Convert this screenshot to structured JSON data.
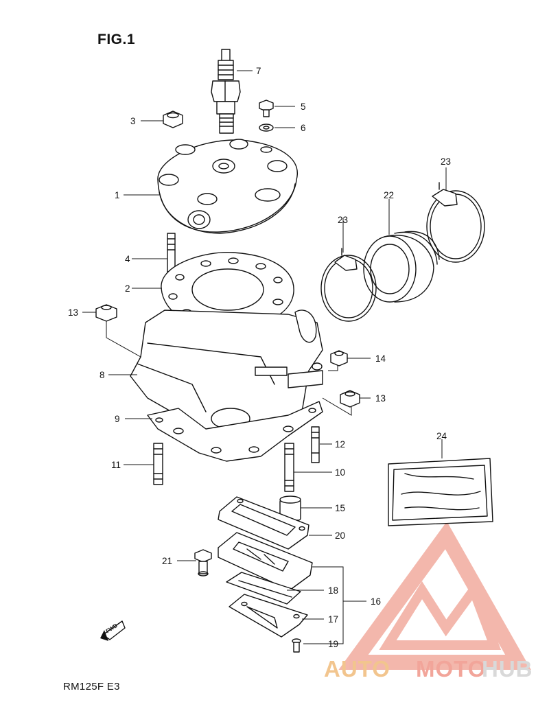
{
  "figure_title": "FIG.1",
  "model_code": "RM125F  E3",
  "fwd_label": "FWD",
  "watermark": {
    "part1": "AUTO",
    "part2": "MOTO",
    "part3": "HUB"
  },
  "callouts": {
    "c1": "1",
    "c2": "2",
    "c3": "3",
    "c4": "4",
    "c5": "5",
    "c6": "6",
    "c7": "7",
    "c8": "8",
    "c9": "9",
    "c10": "10",
    "c11": "11",
    "c12": "12",
    "c13a": "13",
    "c13b": "13",
    "c14": "14",
    "c15": "15",
    "c16": "16",
    "c17": "17",
    "c18": "18",
    "c19": "19",
    "c20": "20",
    "c21": "21",
    "c22": "22",
    "c23a": "23",
    "c23b": "23",
    "c24": "24"
  },
  "colors": {
    "line": "#111111",
    "logo_red": "#e8806f",
    "logo_orange": "#f2c58e",
    "logo_grey": "#d9d9d9"
  }
}
